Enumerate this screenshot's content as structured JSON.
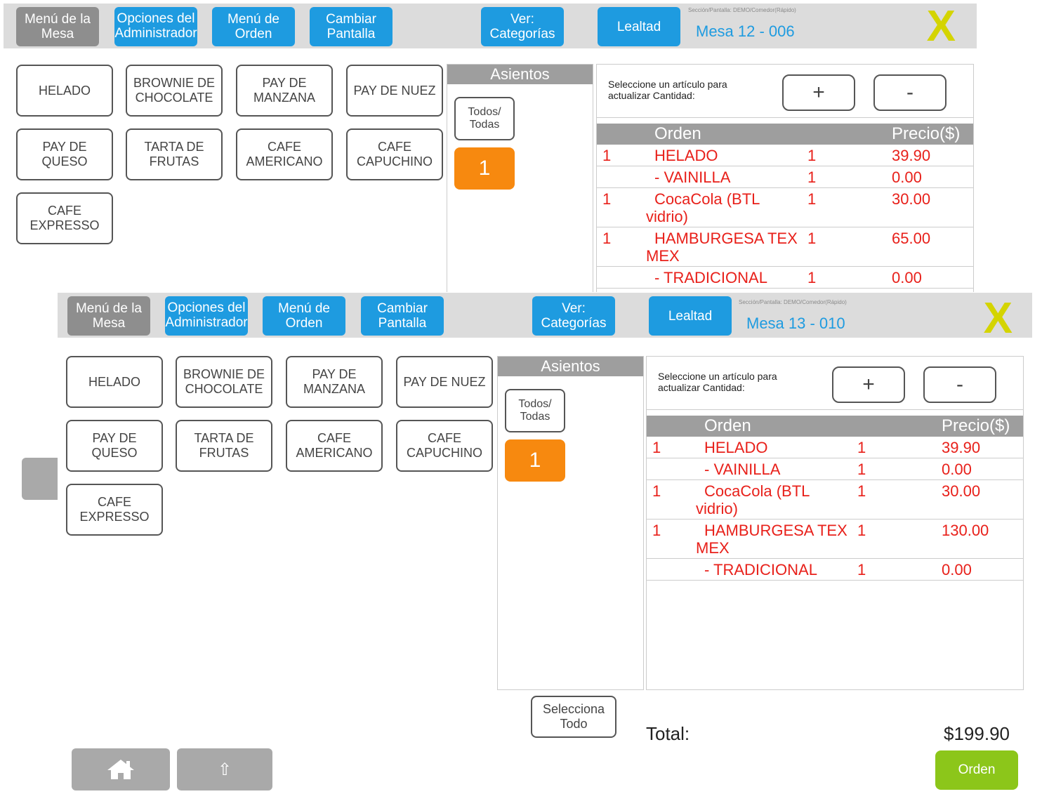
{
  "menu_items": [
    "HELADO",
    "BROWNIE DE CHOCOLATE",
    "PAY DE MANZANA",
    "PAY DE NUEZ",
    "PAY DE QUESO",
    "TARTA DE FRUTAS",
    "CAFE AMERICANO",
    "CAFE CAPUCHINO",
    "CAFE EXPRESSO"
  ],
  "toolbar": {
    "menu_mesa": "Menú de la Mesa",
    "opciones_admin": "Opciones del Administrador",
    "menu_orden": "Menú de Orden",
    "cambiar_pantalla": "Cambiar Pantalla",
    "ver_categorias": "Ver: Categorías",
    "lealtad": "Lealtad",
    "close": "X"
  },
  "seats": {
    "header": "Asientos",
    "todos": "Todos/ Todas",
    "seat_number": "1"
  },
  "order": {
    "qty_prompt": "Seleccione un artículo para actualizar Cantidad:",
    "plus": "+",
    "minus": "-",
    "col_orden": "Orden",
    "col_precio": "Precio($)"
  },
  "screen_a": {
    "section": "Sección/Pantalla: DEMO/Comedor(Rápido)",
    "mesa": "Mesa 12 - 006",
    "rows": [
      {
        "seat": "1",
        "name": "HELADO",
        "qty": "1",
        "price": "39.90"
      },
      {
        "seat": "",
        "name": "- VAINILLA",
        "qty": "1",
        "price": "0.00"
      },
      {
        "seat": "1",
        "name": "CocaCola (BTL vidrio)",
        "qty": "1",
        "price": "30.00"
      },
      {
        "seat": "1",
        "name": "HAMBURGESA TEX MEX",
        "qty": "1",
        "price": "65.00"
      },
      {
        "seat": "",
        "name": "- TRADICIONAL",
        "qty": "1",
        "price": "0.00"
      }
    ]
  },
  "screen_b": {
    "section": "Sección/Pantalla: DEMO/Comedor(Rápido)",
    "mesa": "Mesa 13 - 010",
    "rows": [
      {
        "seat": "1",
        "name": "HELADO",
        "qty": "1",
        "price": "39.90"
      },
      {
        "seat": "",
        "name": "- VAINILLA",
        "qty": "1",
        "price": "0.00"
      },
      {
        "seat": "1",
        "name": "CocaCola (BTL vidrio)",
        "qty": "1",
        "price": "30.00"
      },
      {
        "seat": "1",
        "name": "HAMBURGESA TEX MEX",
        "qty": "1",
        "price": "130.00"
      },
      {
        "seat": "",
        "name": "- TRADICIONAL",
        "qty": "1",
        "price": "0.00"
      }
    ],
    "selecciona_todo": "Selecciona Todo",
    "total_label": "Total:",
    "total_value": "$199.90",
    "orden_button": "Orden",
    "up_arrow": "⇧"
  },
  "icons": {
    "home": "home-icon",
    "up": "arrow-up-icon",
    "close": "close-icon"
  },
  "colors": {
    "toolbar_blue": "#1e9be0",
    "seat_orange": "#f7890f",
    "order_red": "#e8201a",
    "orden_green": "#8cc61a",
    "close_yellow": "#d4d400"
  }
}
